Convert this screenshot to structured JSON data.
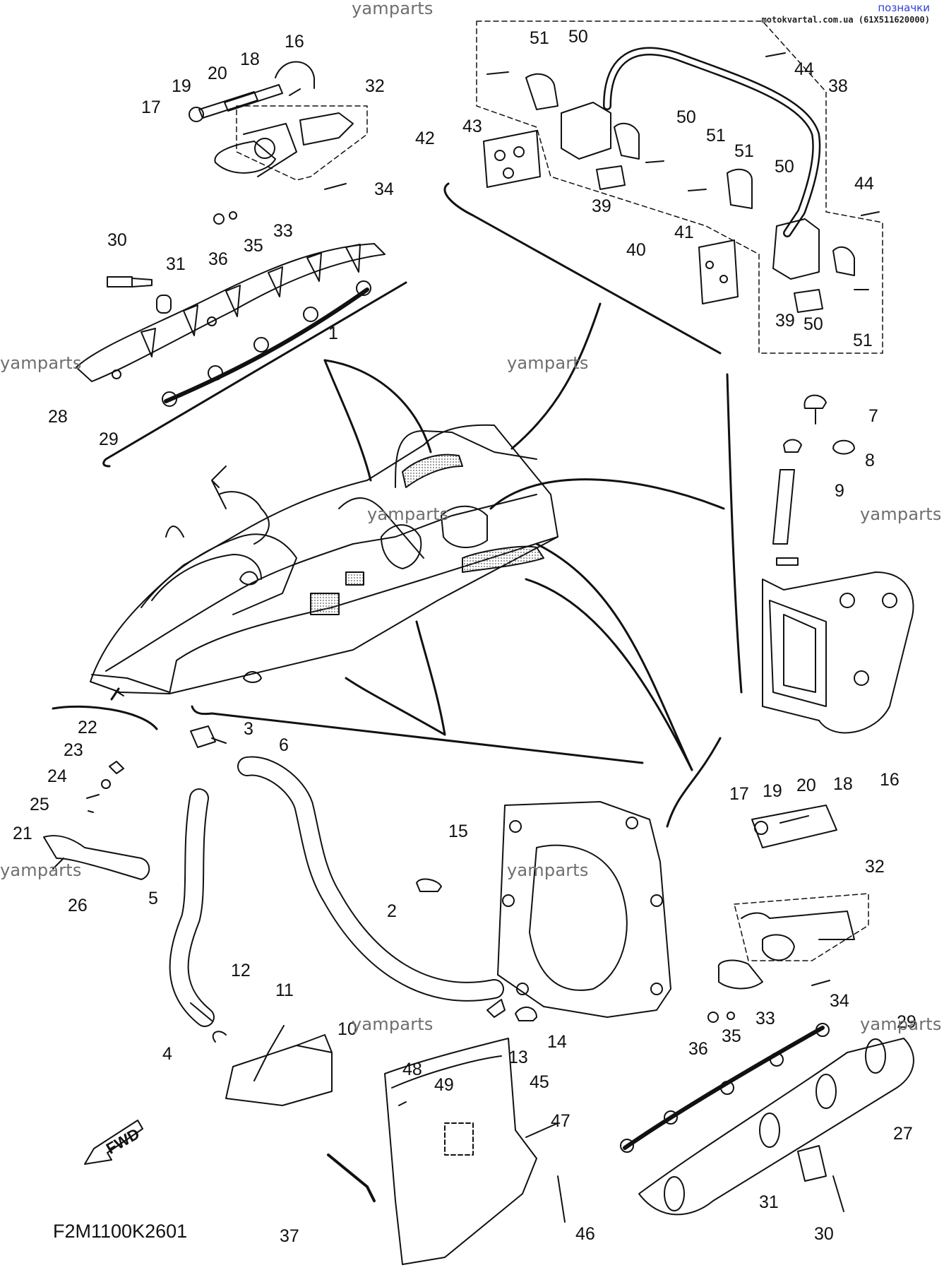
{
  "watermark": "yamparts",
  "header": {
    "bookmark_link": "позначки",
    "site_id": "motokvartal.com.ua (61X511620000)"
  },
  "diagram_code": "F2M1100K2601",
  "fwd_label": "FWD",
  "part_numbers": [
    "1",
    "2",
    "3",
    "4",
    "5",
    "6",
    "7",
    "8",
    "9",
    "10",
    "11",
    "12",
    "13",
    "14",
    "15",
    "16",
    "17",
    "18",
    "19",
    "20",
    "21",
    "22",
    "23",
    "24",
    "25",
    "26",
    "27",
    "28",
    "29",
    "30",
    "31",
    "32",
    "33",
    "34",
    "35",
    "36",
    "37",
    "38",
    "39",
    "40",
    "41",
    "42",
    "43",
    "44",
    "45",
    "46",
    "47",
    "48",
    "49",
    "50",
    "51"
  ],
  "colors": {
    "line": "#111111",
    "hatch": "#555555",
    "watermark": "#6e6e6e",
    "link": "#2a3fd6"
  }
}
